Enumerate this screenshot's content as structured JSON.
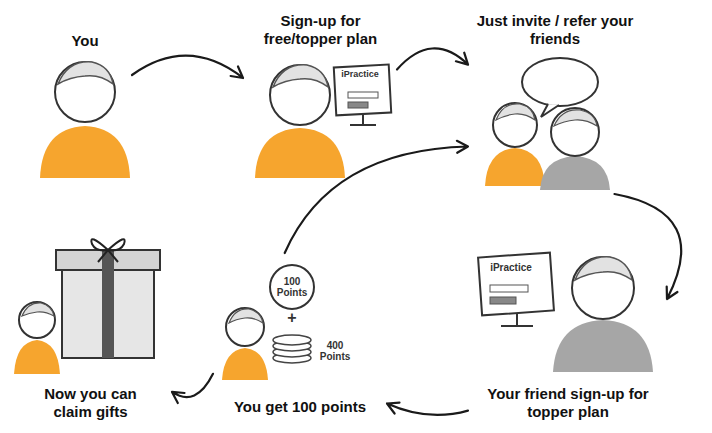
{
  "diagram": {
    "nodes": [
      {
        "text": [
          "You"
        ]
      },
      {
        "text": [
          "Sign-up for free/topper plan"
        ]
      },
      {
        "text": [
          "Just invite / refer your friends"
        ]
      },
      {
        "text": [
          "Your friend sign-up for topper plan"
        ]
      },
      {
        "text": [
          "You get 100 points"
        ]
      },
      {
        "text": [
          "Now you can claim gifts"
        ]
      }
    ],
    "edges": [
      {
        "from": 0,
        "to": 1,
        "arrow": "to"
      },
      {
        "from": 1,
        "to": 2,
        "arrow": "to"
      },
      {
        "from": 2,
        "to": 3,
        "arrow": "to"
      },
      {
        "from": 3,
        "to": 4,
        "arrow": "to"
      },
      {
        "from": 4,
        "to": 5,
        "arrow": "to"
      },
      {
        "from": 4,
        "to": 2,
        "arrow": "to"
      }
    ],
    "labels": [
      "iPractice",
      "100 Points",
      "+",
      "400 Points",
      "iPractice"
    ]
  }
}
